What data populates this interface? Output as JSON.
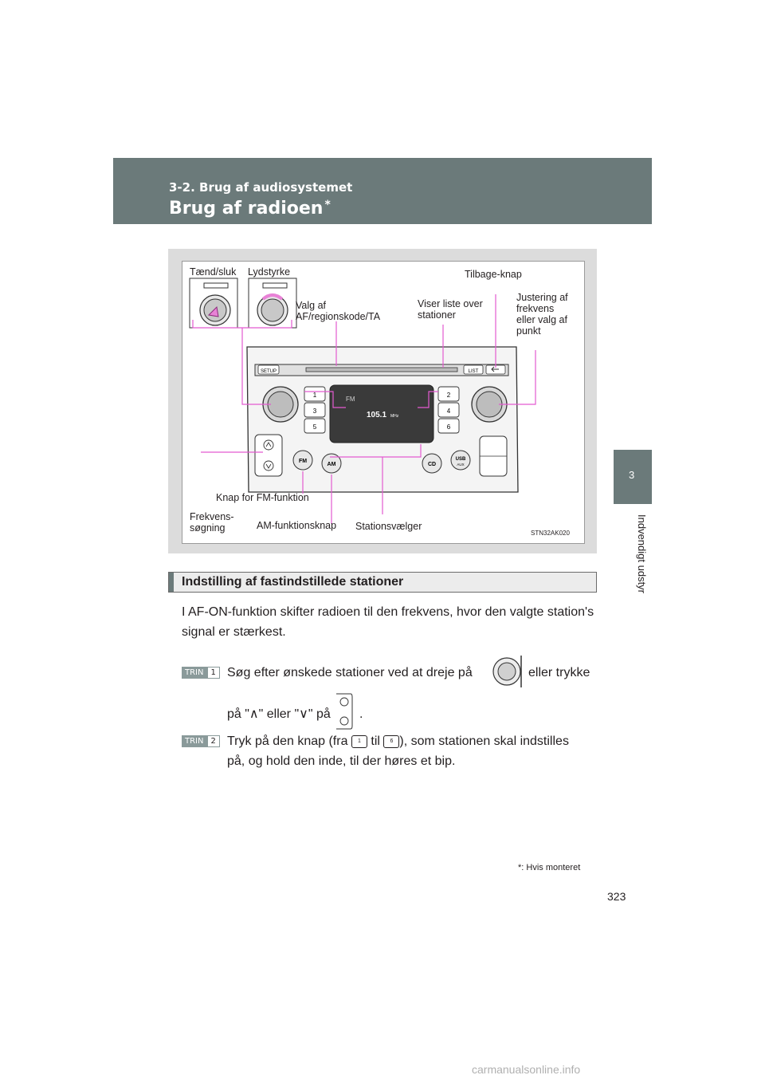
{
  "header": {
    "section": "3-2. Brug af audiosystemet",
    "title": "Brug af radioen",
    "title_mark": "*"
  },
  "side_tab": {
    "number": "3",
    "label": "Indvendigt udstyr"
  },
  "figure": {
    "labels": {
      "power": "Tænd/sluk",
      "volume": "Lydstyrke",
      "back": "Tilbage-knap",
      "af": "Valg af\nAF/regionskode/TA",
      "list": "Viser liste over\nstationer",
      "tune": "Justering af\nfrekvens\neller valg af\npunkt",
      "fm": "Knap for FM-funktion",
      "seek": "Frekvens-\nsøgning",
      "am": "AM-funktionsknap",
      "presets": "Stationsvælger"
    },
    "buttons": {
      "setup": "SETUP",
      "list": "LIST",
      "fm": "FM",
      "am": "AM",
      "cd": "CD",
      "usb": "USB",
      "aux": "AUX",
      "p1": "1",
      "p2": "2",
      "p3": "3",
      "p4": "4",
      "p5": "5",
      "p6": "6"
    },
    "display": {
      "band": "FM",
      "freq": "105.1",
      "unit": "MHz"
    },
    "code": "STN32AK020"
  },
  "section": {
    "title": "Indstilling af fastindstillede stationer",
    "intro": "I AF-ON-funktion skifter radioen til den frekvens, hvor den valgte station's signal er stærkest."
  },
  "steps": {
    "word": "TRIN",
    "s1": {
      "num": "1",
      "text_a": "Søg efter ønskede stationer ved at dreje på",
      "text_b": "eller trykke",
      "text_c": "på \"∧\" eller \"∨\" på",
      "text_d": "."
    },
    "s2": {
      "num": "2",
      "text_a": "Tryk på den knap (fra",
      "key_from": "1",
      "text_b": "til",
      "key_to": "6",
      "text_c": "), som stationen skal indstilles",
      "text_d": "på, og hold den inde, til der høres et bip."
    }
  },
  "footnote": "*: Hvis monteret",
  "page_number": "323",
  "watermark": "carmanualsonline.info"
}
